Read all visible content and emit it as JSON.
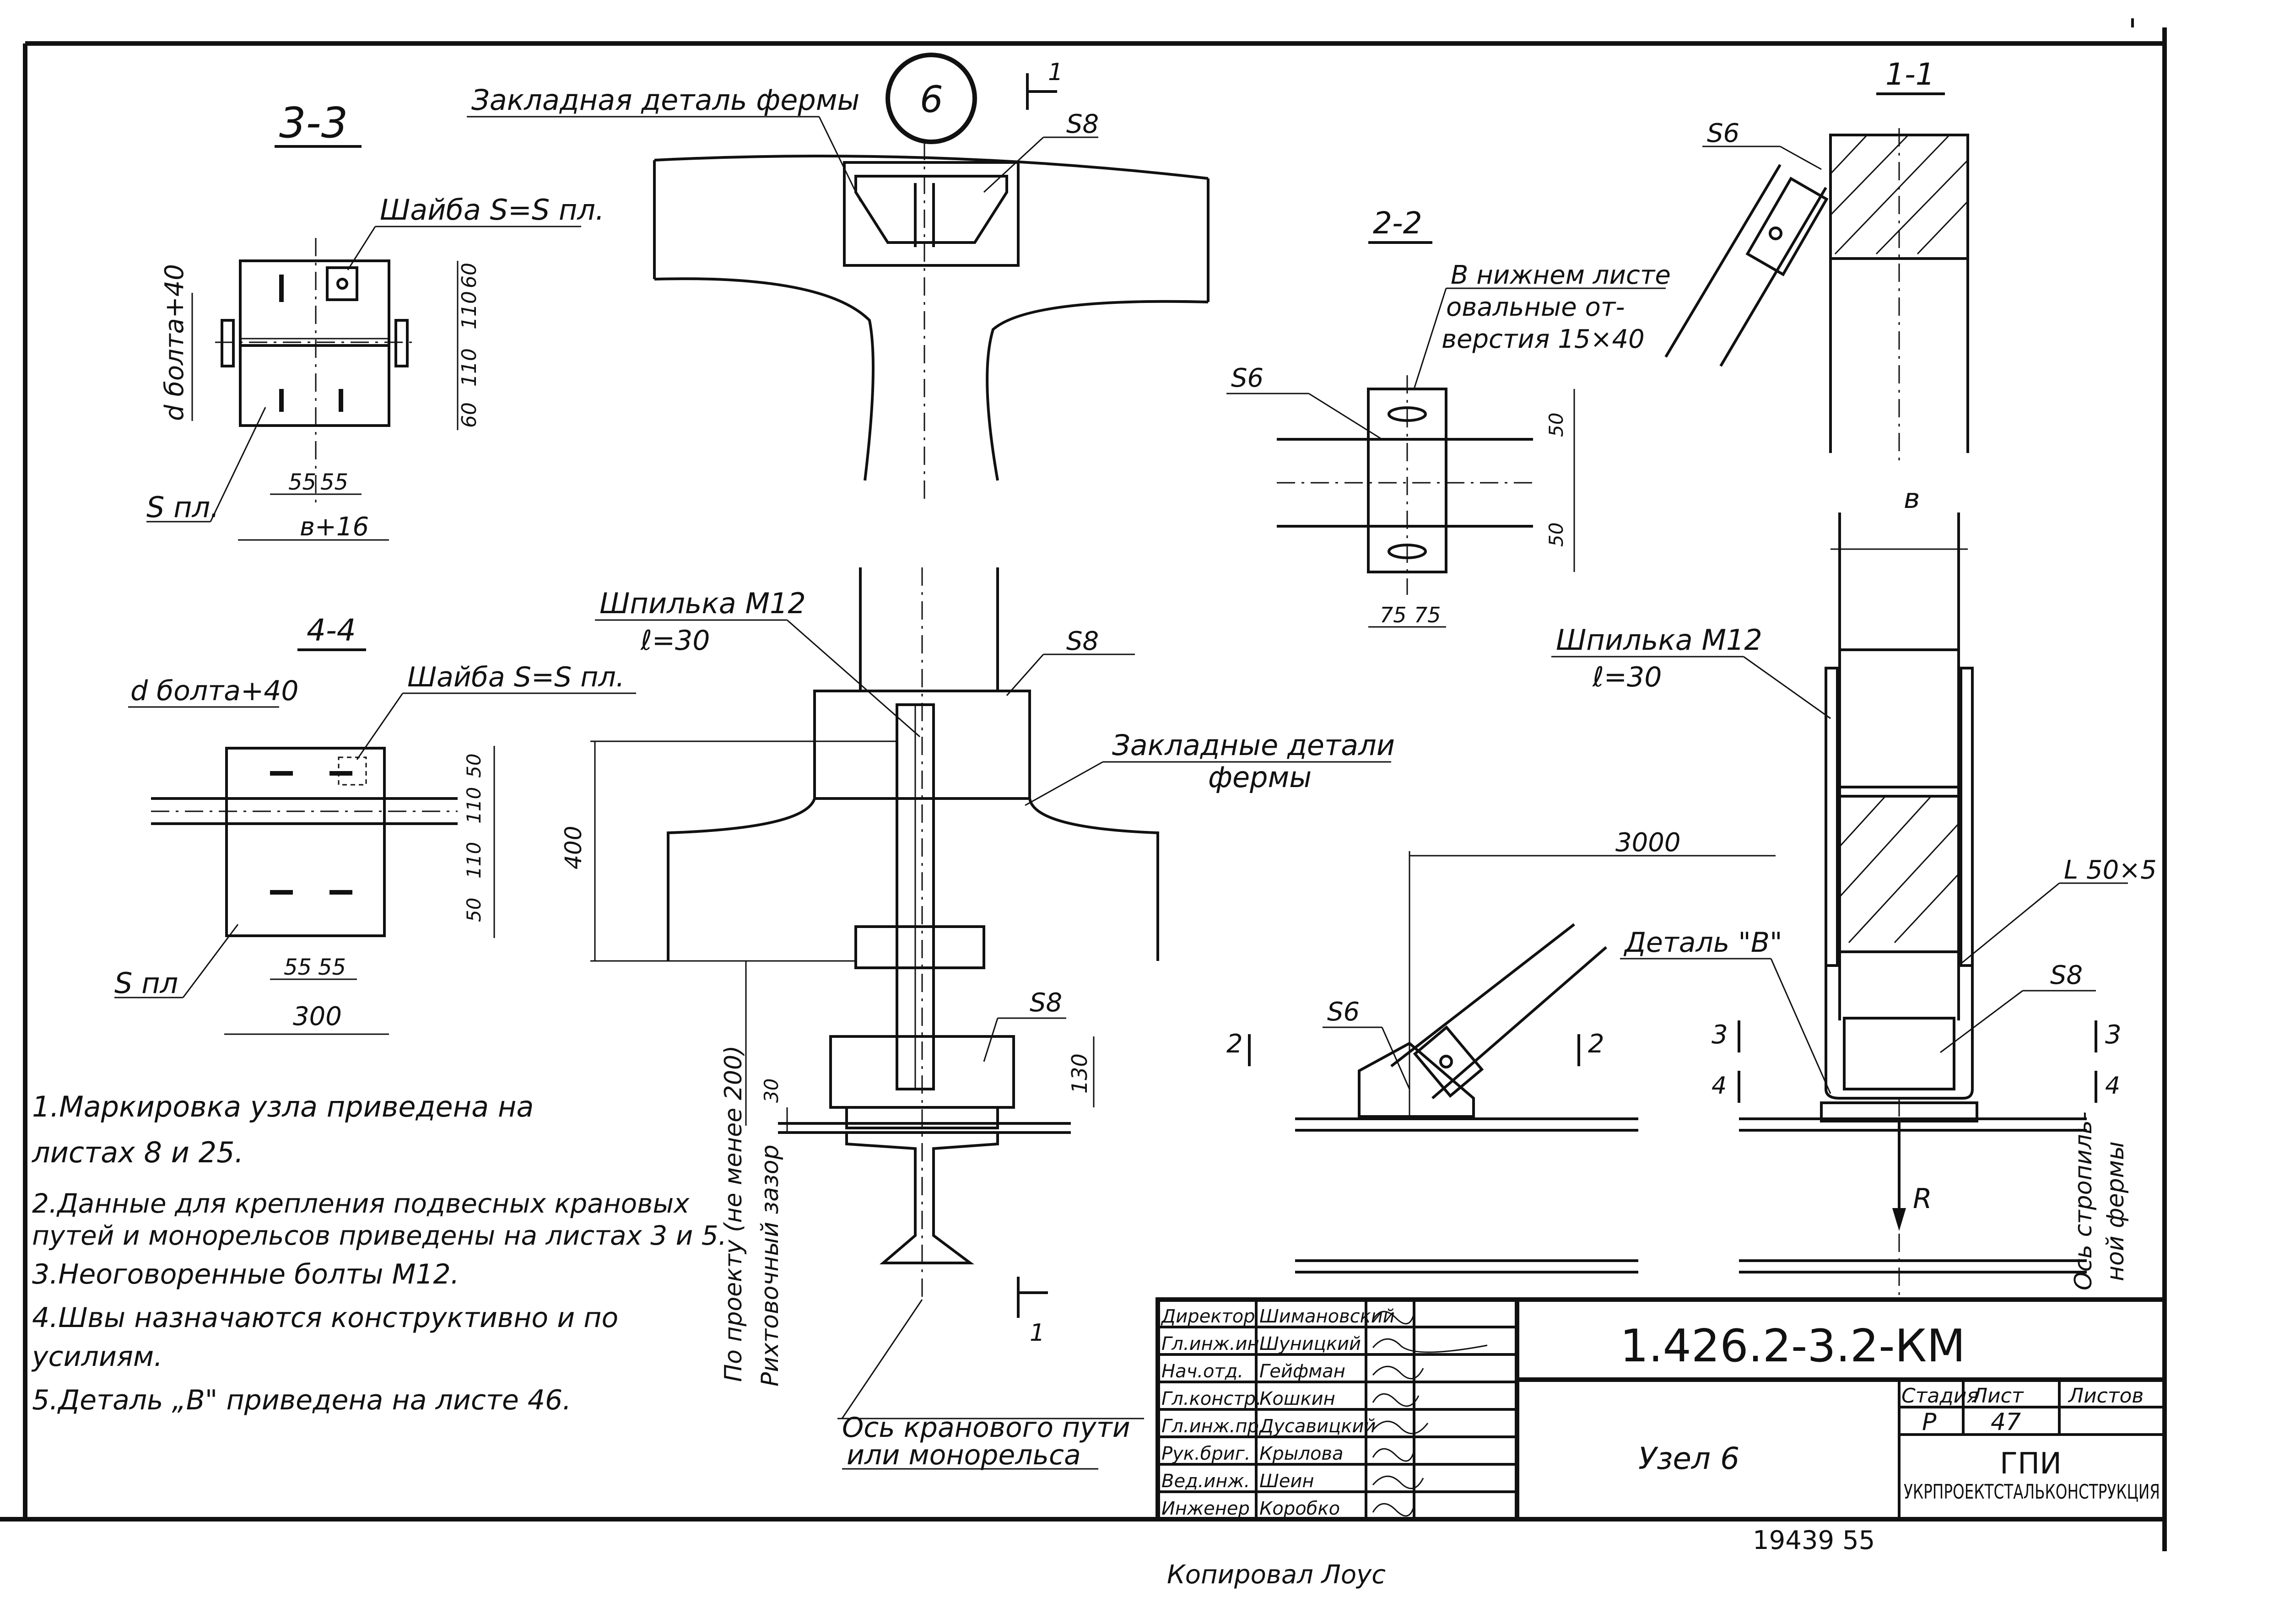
{
  "stamp": {
    "code": "1.426.2-3.2-КМ",
    "title": "Узел 6",
    "stage_header": "Стадия",
    "sheet_header": "Лист",
    "sheets_header": "Листов",
    "stage": "Р",
    "sheet": "47",
    "sheets": "",
    "org_mark": "ГПИ",
    "org": "УКРПРОЕКТСТАЛЬКОНСТРУКЦИЯ",
    "roles": [
      {
        "role": "Директор",
        "name": "Шимановский"
      },
      {
        "role": "Гл.инж.ин.",
        "name": "Шуницкий"
      },
      {
        "role": "Нач.отд.",
        "name": "Гейфман"
      },
      {
        "role": "Гл.констр.",
        "name": "Кошкин"
      },
      {
        "role": "Гл.инж.пр.",
        "name": "Дусавицкий"
      },
      {
        "role": "Рук.бриг.",
        "name": "Крылова"
      },
      {
        "role": "Вед.инж.",
        "name": "Шеин"
      },
      {
        "role": "Инженер",
        "name": "Коробко"
      }
    ]
  },
  "inventory_number": "19439 55",
  "bottom_text": "Копировал  Лоус",
  "node_mark": "6",
  "cut_mark": "1",
  "sections": {
    "s33": {
      "title": "3-3",
      "washer": "Шайба S=S пл.",
      "bolt": "d болта+40",
      "plate": "S пл.",
      "dims_v": [
        "60",
        "110",
        "110",
        "60"
      ],
      "dims_h": [
        "55",
        "55"
      ],
      "width": "в+16"
    },
    "s44": {
      "title": "4-4",
      "washer": "Шайба S=S пл.",
      "bolt": "d болта+40",
      "plate": "S пл",
      "dims_v": [
        "50",
        "110",
        "110",
        "50"
      ],
      "dims_h": [
        "55",
        "55"
      ],
      "width": "300"
    },
    "s22": {
      "title": "2-2",
      "note_l1": "В нижнем листе",
      "note_l2": "овальные от-",
      "note_l3": "верстия 15×40",
      "weld": "S6",
      "dims_v": [
        "50",
        "50"
      ],
      "dims_h": [
        "75",
        "75"
      ]
    },
    "s11": {
      "title": "1-1",
      "weld": "S6",
      "width": "в",
      "stud": "Шпилька М12",
      "stud_len": "ℓ=30",
      "angle": "L 50×5",
      "detail": "Деталь \"В\"",
      "weld2": "S8",
      "cut3": "3",
      "cut4": "4",
      "force": "R",
      "axis_l1": "Ось стропиль-",
      "axis_l2": "ной фермы"
    },
    "main": {
      "embed": "Закладная деталь фермы",
      "weld_top": "S8",
      "stud": "Шпилька М12",
      "stud_len": "ℓ=30",
      "weld_mid": "S8",
      "embeds_l1": "Закладные детали",
      "embeds_l2": "фермы",
      "h400": "400",
      "weld_low": "S8",
      "h130": "130",
      "h30": "30",
      "project": "По проекту (не менее 200)",
      "gap": "Рихтовочный зазор",
      "axis_l1": "Ось кранового пути",
      "axis_l2": "или монорельса"
    },
    "truss": {
      "span": "3000",
      "weld": "S6",
      "cut": "2"
    }
  },
  "notes": [
    "1.Маркировка  узла  приведена на",
    "листах  8 и 25.",
    "2.Данные для крепления подвесных крановых",
    "путей и монорельсов приведены на листах 3 и 5.",
    "3.Неоговоренные  болты М12.",
    "4.Швы назначаются конструктивно и по",
    "усилиям.",
    "5.Деталь „В\" приведена  на листе 46."
  ]
}
